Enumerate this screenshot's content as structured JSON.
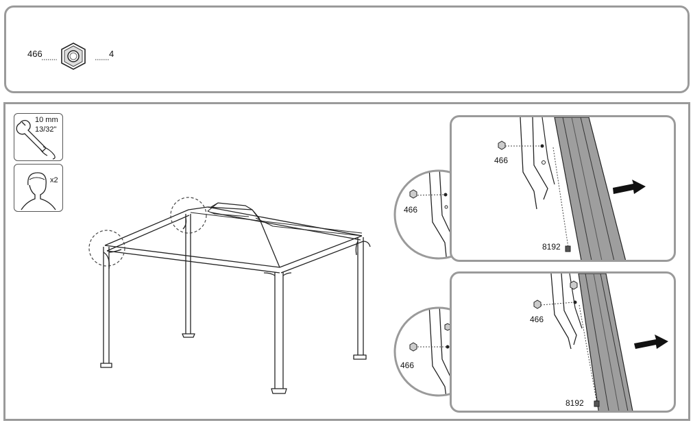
{
  "parts": {
    "part_number": "466",
    "quantity": "4"
  },
  "tools": {
    "wrench_size_metric": "10 mm",
    "wrench_size_imperial": "13/32\"",
    "people_count": "x2"
  },
  "details": {
    "nut_label": "466",
    "beam_label": "8192"
  },
  "colors": {
    "outline": "#9a9a9a",
    "line": "#222222",
    "beam_fill": "#9e9e9e"
  }
}
